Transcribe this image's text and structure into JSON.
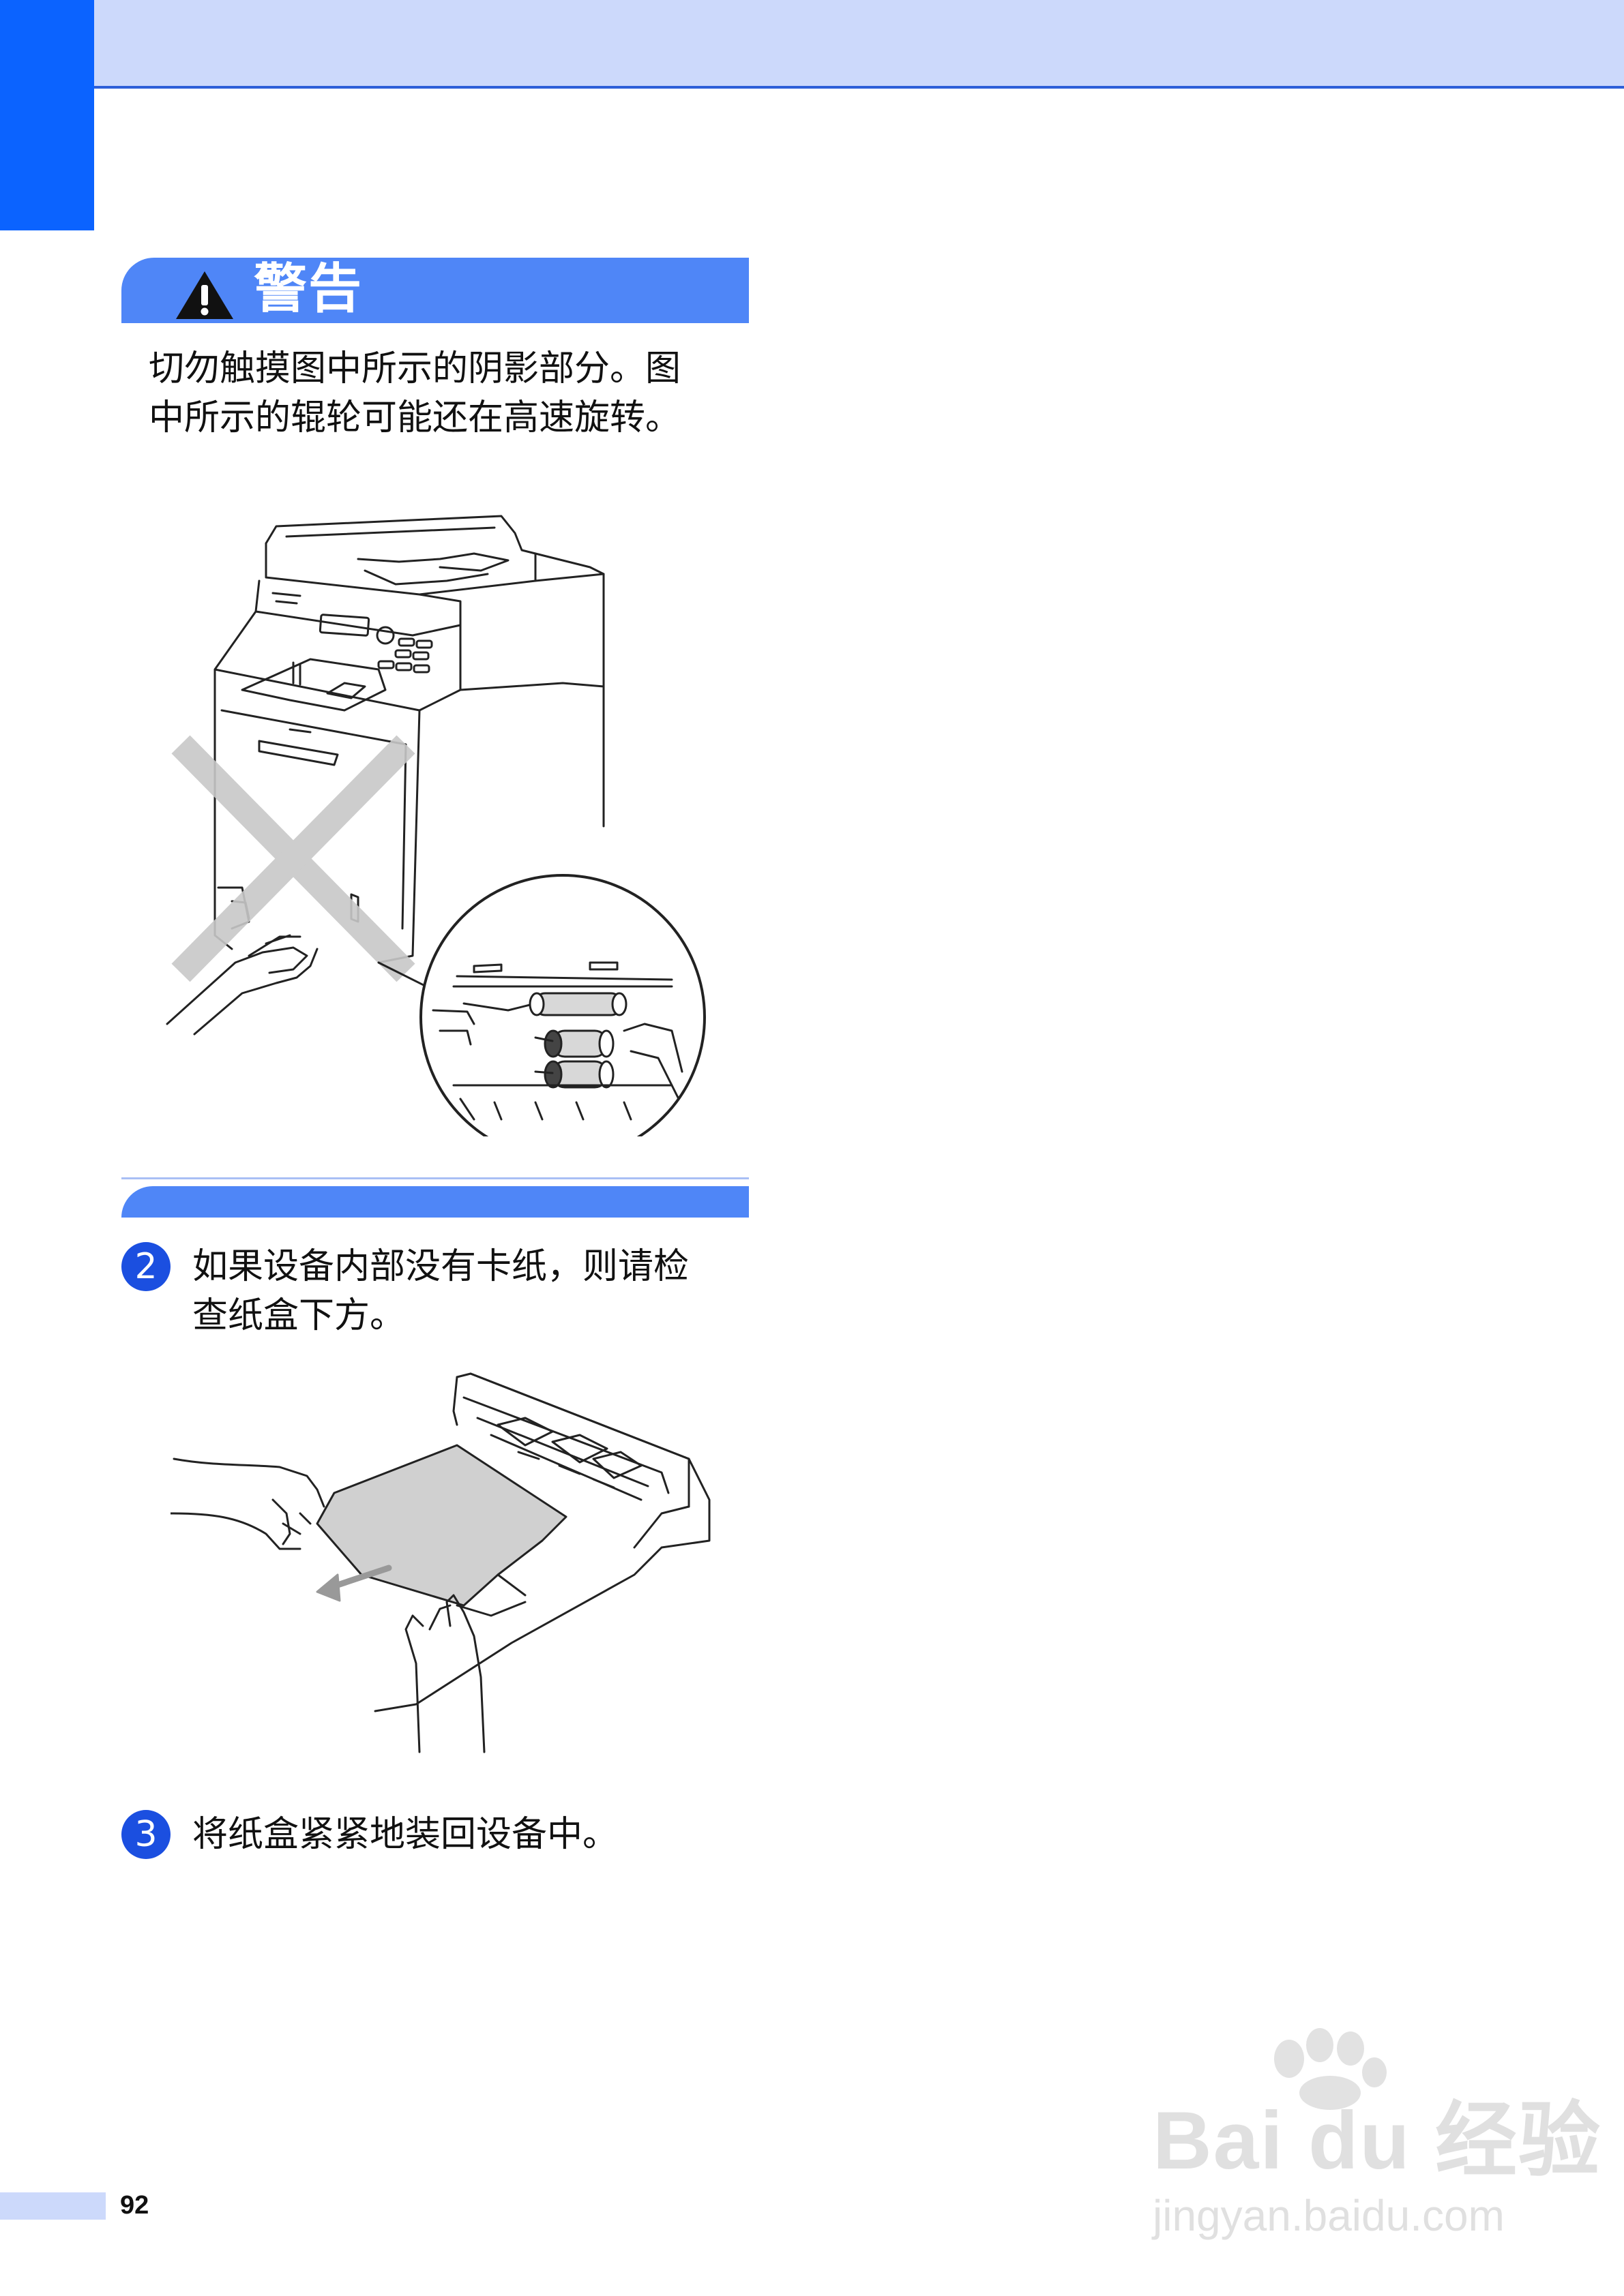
{
  "warning": {
    "title": "警告",
    "line1": "切勿触摸图中所示的阴影部分。图",
    "line2": "中所示的辊轮可能还在高速旋转。"
  },
  "steps": [
    {
      "number": "2",
      "line1": "如果设备内部没有卡纸，则请检",
      "line2": "查纸盒下方。"
    },
    {
      "number": "3",
      "line1": "将纸盒紧紧地装回设备中。"
    }
  ],
  "page_number": "92",
  "watermark": {
    "brand": "Bai du 经验",
    "url": "jingyan.baidu.com"
  },
  "colors": {
    "accent": "#4f86f7",
    "header": "#ccd9fb",
    "tab": "#0b63ff",
    "step": "#1b4fe0"
  },
  "icons": [
    "warning-triangle-icon",
    "printer-illustration",
    "paper-tray-illustration",
    "baidu-paw-logo"
  ]
}
